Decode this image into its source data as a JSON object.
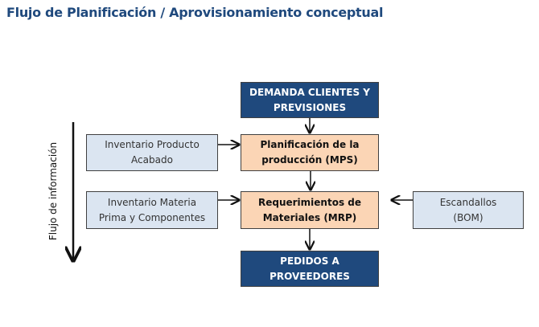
{
  "title": "Flujo de Planificación / Aprovisionamiento conceptual",
  "side_label": "Flujo de información",
  "nodes": {
    "demanda": "DEMANDA CLIENTES Y\nPREVISIONES",
    "mps": "Planificación de la\nproducción (MPS)",
    "mrp": "Requerimientos de\nMateriales (MRP)",
    "pedidos": "PEDIDOS A\nPROVEEDORES",
    "inv_producto": "Inventario Producto\nAcabado",
    "inv_materia": "Inventario Materia\nPrima y Componentes",
    "escandallos": "Escandallos\n(BOM)"
  },
  "edges": [
    [
      "demanda",
      "mps"
    ],
    [
      "inv_producto",
      "mps"
    ],
    [
      "mps",
      "mrp"
    ],
    [
      "inv_materia",
      "mrp"
    ],
    [
      "escandallos",
      "mrp"
    ],
    [
      "mrp",
      "pedidos"
    ]
  ],
  "colors": {
    "title": "#1f497d",
    "dark": "#1f497d",
    "peach": "#fbd5b5",
    "light": "#dbe5f1"
  }
}
